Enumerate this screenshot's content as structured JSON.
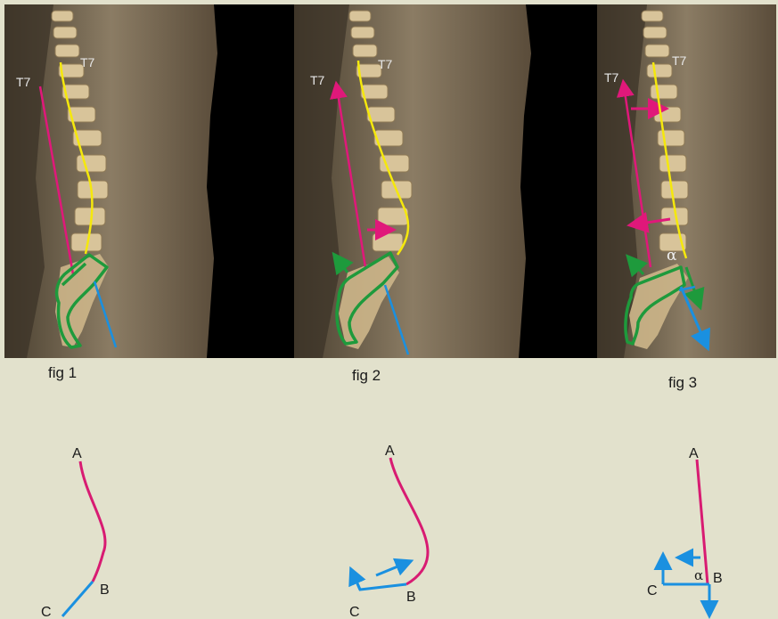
{
  "panels": [
    {
      "caption": "fig 1",
      "vertebra_labels": [
        "T7",
        "T7"
      ]
    },
    {
      "caption": "fig 2",
      "vertebra_labels": [
        "T7",
        "T7"
      ]
    },
    {
      "caption": "fig 3",
      "vertebra_labels": [
        "T7",
        "T7"
      ],
      "angle_label": "α"
    }
  ],
  "schematics": [
    {
      "point_labels": [
        "A",
        "B",
        "C"
      ]
    },
    {
      "point_labels": [
        "A",
        "B",
        "C"
      ]
    },
    {
      "point_labels": [
        "A",
        "B",
        "C"
      ],
      "angle_label": "α"
    }
  ],
  "colors": {
    "background_top": "#000000",
    "background_bottom": "#e2e1cc",
    "plumb_line": "#e0187a",
    "spine_curve": "#f5e80c",
    "pelvis_outline": "#1e9a3c",
    "sacral_line": "#1a90e0",
    "schematic_curve": "#d81b72",
    "schematic_segment": "#1a90e0"
  }
}
